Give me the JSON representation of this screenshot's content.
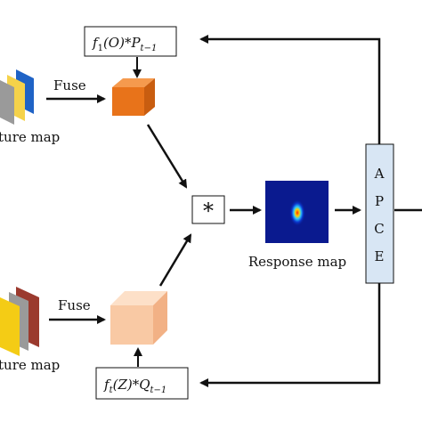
{
  "labels": {
    "fuse_top": "Fuse",
    "fuse_bottom": "Fuse",
    "feature_map_top": "ture map",
    "feature_map_bottom": "ture map",
    "response_map": "Response map",
    "conv_symbol": "*",
    "apce": [
      "A",
      "P",
      "C",
      "E"
    ]
  },
  "formulas": {
    "top": {
      "prefix": "f",
      "sub1": "1",
      "body": "(O)*P",
      "sub2": "t−1"
    },
    "bottom": {
      "prefix": "f",
      "sub1": "t",
      "body": "(Z)*Q",
      "sub2": "t−1"
    }
  },
  "colors": {
    "top_cube": "#e8731a",
    "bottom_cube": "#f9c9a4",
    "apce_fill": "#d8e6f4",
    "layer_blue": "#1f63c6",
    "layer_yellow": "#f5d24a",
    "layer_gray": "#9a9a9a",
    "layer_red": "#9b3a2e",
    "layer_yellow_bottom": "#f4cc15",
    "response_bg": "#0a1a8f"
  }
}
